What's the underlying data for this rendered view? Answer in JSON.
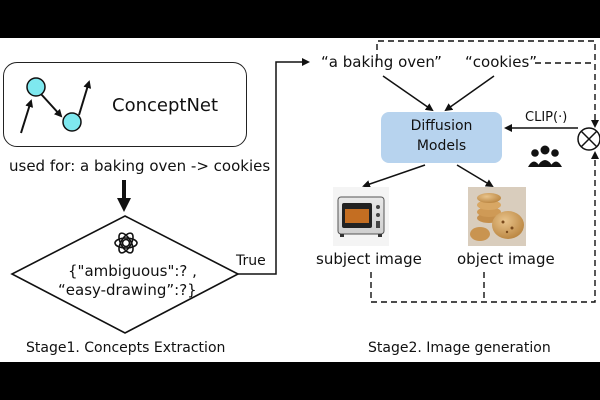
{
  "conceptnet": {
    "title": "ConceptNet",
    "relation": "used for: a baking oven -> cookies"
  },
  "decision": {
    "line1": "{\"ambiguous\":? ,",
    "line2": "“easy-drawing”:?}",
    "true_label": "True"
  },
  "prompts": {
    "subject": "“a baking oven”",
    "object": "“cookies”"
  },
  "diffusion": {
    "line1": "Diffusion",
    "line2": "Models"
  },
  "clip_label": "CLIP(·)",
  "images": {
    "subject_label": "subject image",
    "object_label": "object image"
  },
  "stages": {
    "stage1": "Stage1. Concepts Extraction",
    "stage2": "Stage2. Image generation"
  },
  "icons": {
    "graph": "concept-graph-icon",
    "openai": "openai-logo",
    "users": "users-icon",
    "compare": "circle-cross-icon",
    "oven": "oven-photo",
    "cookies": "cookies-photo"
  },
  "colors": {
    "node_fill": "#7ee8ef",
    "diffusion_fill": "#b7d3ee"
  }
}
